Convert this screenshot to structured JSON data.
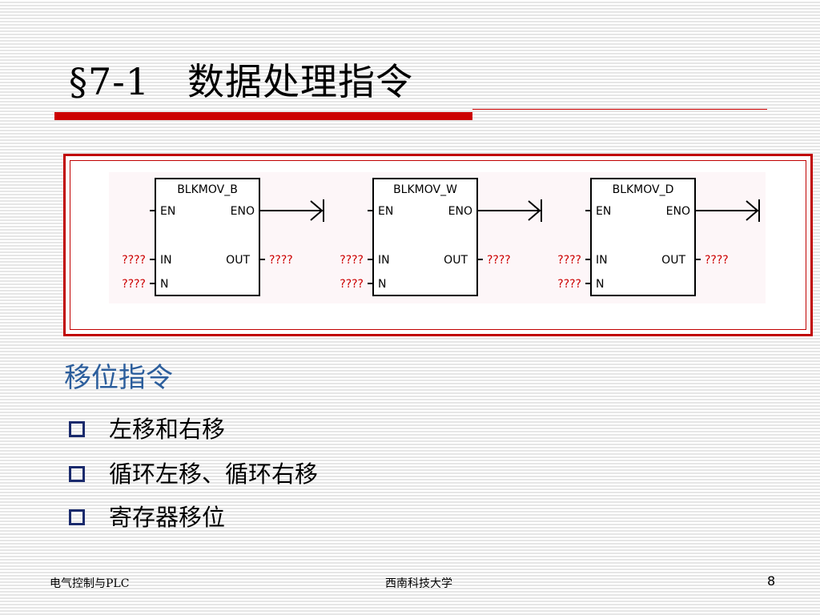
{
  "slide": {
    "title": "§7-1   数据处理指令",
    "section_heading": "移位指令",
    "bullets": [
      "左移和右移",
      "循环左移、循环右移",
      "寄存器移位"
    ]
  },
  "diagram": {
    "blocks": [
      {
        "name": "BLKMOV_B",
        "en": "EN",
        "eno": "ENO",
        "in": "IN",
        "out": "OUT",
        "n": "N",
        "in_param": "????",
        "n_param": "????",
        "out_param": "????"
      },
      {
        "name": "BLKMOV_W",
        "en": "EN",
        "eno": "ENO",
        "in": "IN",
        "out": "OUT",
        "n": "N",
        "in_param": "????",
        "n_param": "????",
        "out_param": "????"
      },
      {
        "name": "BLKMOV_D",
        "en": "EN",
        "eno": "ENO",
        "in": "IN",
        "out": "OUT",
        "n": "N",
        "in_param": "????",
        "n_param": "????",
        "out_param": "????"
      }
    ]
  },
  "footer": {
    "left": "电气控制与PLC",
    "center": "西南科技大学",
    "page_number": "8"
  },
  "colors": {
    "accent_red": "#cc0000",
    "heading_blue": "#2c5e9c",
    "param_red": "#cc0000",
    "bullet_navy": "#1a2a6c"
  }
}
